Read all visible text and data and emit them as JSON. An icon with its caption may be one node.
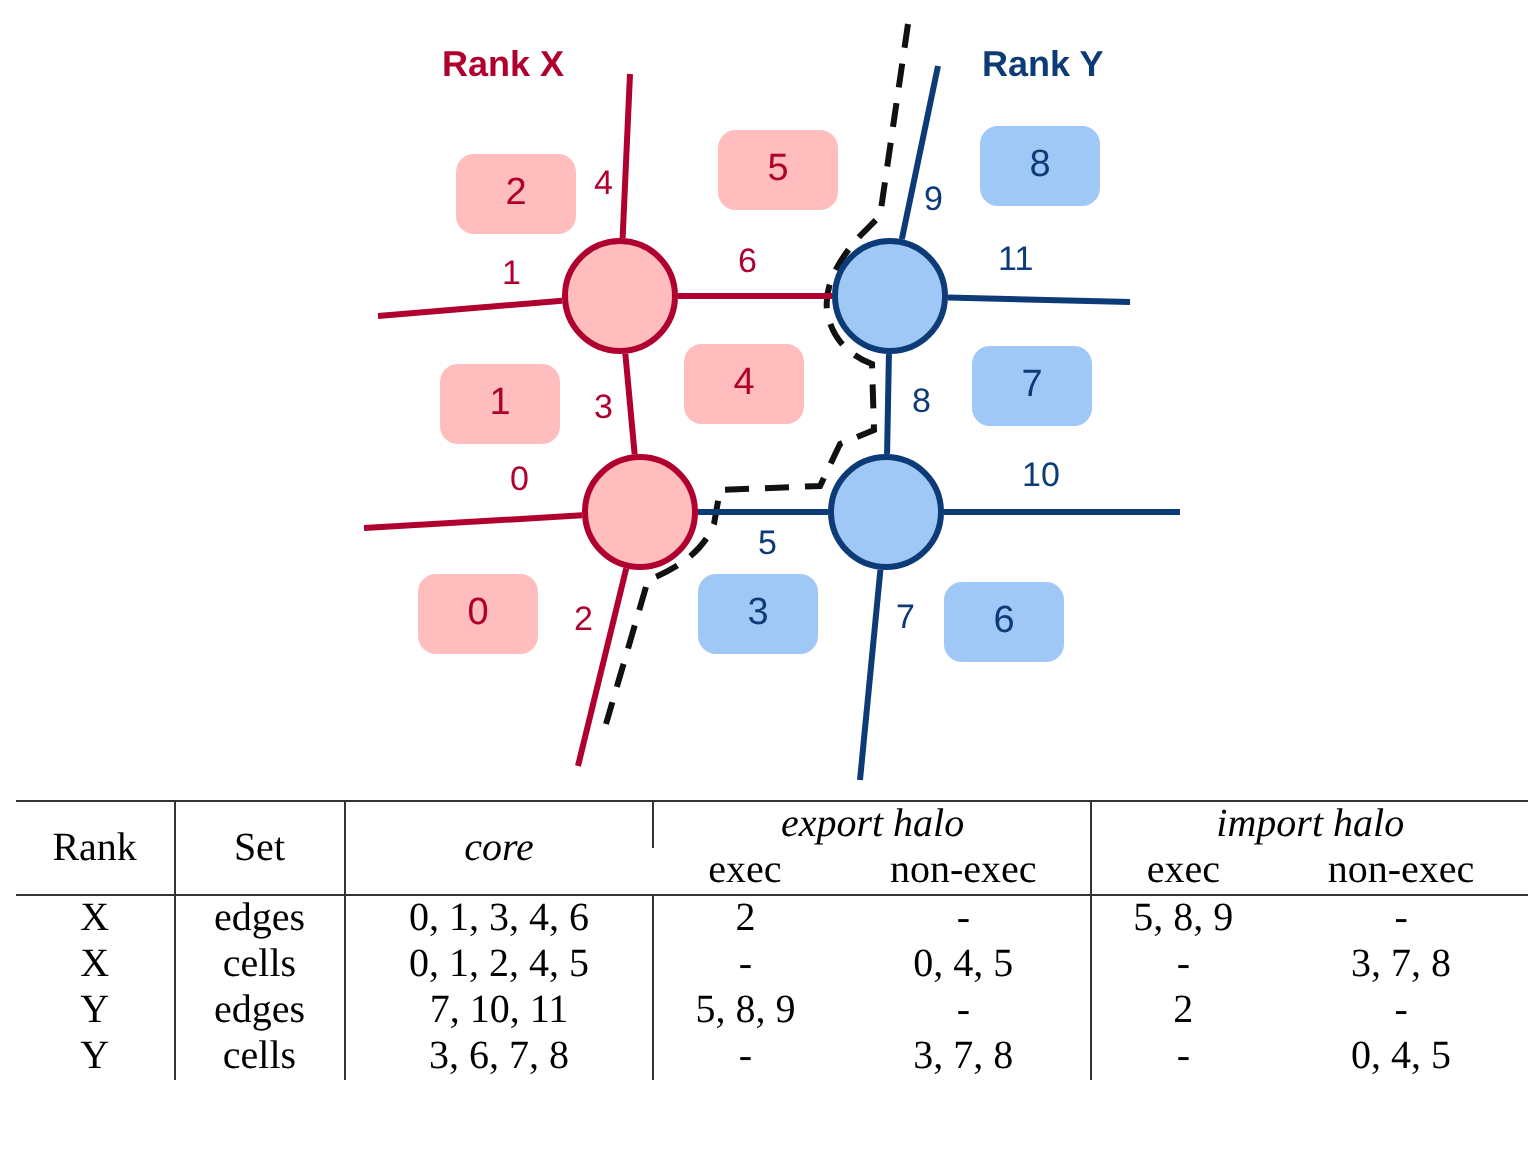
{
  "diagram": {
    "nodes": [
      {
        "text": [
          "5"
        ]
      },
      {
        "text": [
          "8"
        ]
      },
      {
        "text": [
          "2"
        ]
      },
      {
        "text": [],
        "shape": "circle"
      },
      {
        "text": [],
        "shape": "circle"
      },
      {
        "text": [
          "1"
        ]
      },
      {
        "text": [
          "4"
        ]
      },
      {
        "text": [
          "7"
        ]
      },
      {
        "text": [],
        "shape": "circle"
      },
      {
        "text": [],
        "shape": "circle"
      },
      {
        "text": [
          "0"
        ]
      },
      {
        "text": [
          "3"
        ]
      },
      {
        "text": [
          "6"
        ]
      }
    ],
    "edges": [
      {
        "from": 3,
        "to": null,
        "arrow": "none",
        "label": "4",
        "color": "#b0002e"
      },
      {
        "from": 3,
        "to": null,
        "arrow": "none",
        "label": "1",
        "color": "#b0002e"
      },
      {
        "from": 3,
        "to": 4,
        "arrow": "none",
        "label": "6",
        "color": "#b0002e"
      },
      {
        "from": 4,
        "to": null,
        "arrow": "none",
        "label": "9",
        "color": "#0d3b78"
      },
      {
        "from": 4,
        "to": null,
        "arrow": "none",
        "label": "11",
        "color": "#0d3b78"
      },
      {
        "from": 3,
        "to": 8,
        "arrow": "none",
        "label": "3",
        "color": "#b0002e"
      },
      {
        "from": 4,
        "to": 9,
        "arrow": "none",
        "label": "8",
        "color": "#0d3b78"
      },
      {
        "from": 8,
        "to": null,
        "arrow": "none",
        "label": "0",
        "color": "#b0002e"
      },
      {
        "from": 8,
        "to": 9,
        "arrow": "none",
        "label": "5",
        "color": "#0d3b78"
      },
      {
        "from": 9,
        "to": null,
        "arrow": "none",
        "label": "10",
        "color": "#0d3b78"
      },
      {
        "from": 8,
        "to": null,
        "arrow": "none",
        "label": "2",
        "color": "#b0002e"
      },
      {
        "from": 9,
        "to": null,
        "arrow": "none",
        "label": "7",
        "color": "#0d3b78"
      }
    ],
    "labels": [
      "Rank X",
      "Rank Y",
      "Rank",
      "Set",
      "core",
      "export halo",
      "import halo",
      "exec",
      "non-exec",
      "exec",
      "non-exec",
      "X",
      "edges",
      "0, 1, 3, 4, 6",
      "2",
      "-",
      "5, 8, 9",
      "-",
      "X",
      "cells",
      "0, 1, 2, 4, 5",
      "-",
      "0, 4, 5",
      "-",
      "3, 7, 8",
      "Y",
      "edges",
      "7, 10, 11",
      "5, 8, 9",
      "-",
      "2",
      "-",
      "Y",
      "cells",
      "3, 6, 7, 8",
      "-",
      "3, 7, 8",
      "-",
      "0, 4, 5"
    ]
  }
}
